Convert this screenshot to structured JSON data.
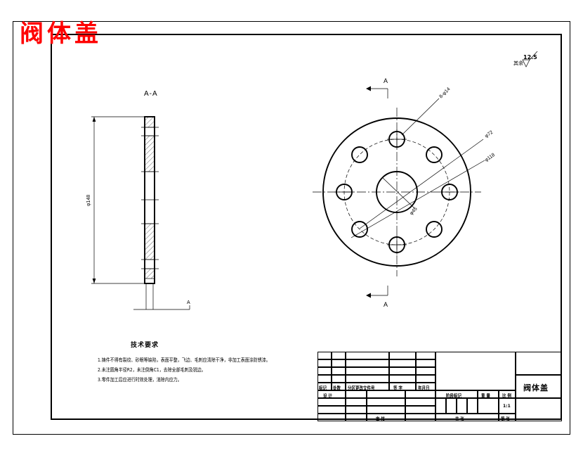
{
  "sheet": {
    "red_title": "阀体盖"
  },
  "views": {
    "section_label": "A-A",
    "section_mark_top": "A",
    "section_mark_bottom": "A",
    "section_mark_left": "A",
    "thickness_dim": "φ148"
  },
  "dimensions": {
    "hole_callout": "8-φ14",
    "bolt_circle": "φ72",
    "outer_dia": "φ118",
    "bore_dia": "φ45"
  },
  "roughness": {
    "label": "其余",
    "value": "12.5"
  },
  "notes": {
    "title": "技术要求",
    "lines": [
      "1.铸件不得有裂纹、砂眼等缺陷，表面平整，飞边、毛刺应清除干净，非加工表面涂防锈漆。",
      "2.未注圆角半径R2，未注倒角C1，去除全部毛刺及锐边。",
      "3.零件加工后应进行时效处理，消除内应力。"
    ]
  },
  "title_block": {
    "rev_headers": [
      "标记",
      "处数",
      "分区更改文件号",
      "签 字",
      "年月日"
    ],
    "design_label": "设 计",
    "stage_label": "阶段标记",
    "weight_label": "重 量",
    "scale_label": "比 例",
    "scale_value": "1:1",
    "sheet_total_label": "共  张",
    "sheet_no_label": "第  张",
    "review_label": "审 核",
    "part_name": "阀体盖"
  }
}
